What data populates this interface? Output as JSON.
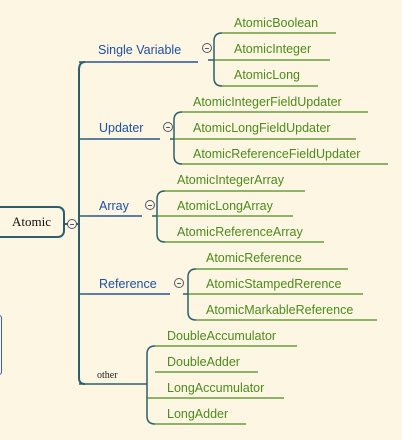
{
  "root": {
    "label": "Atomic"
  },
  "groups": [
    {
      "label": "Single Variable",
      "children": [
        "AtomicBoolean",
        "AtomicInteger",
        "AtomicLong"
      ]
    },
    {
      "label": "Updater",
      "children": [
        "AtomicIntegerFieldUpdater",
        "AtomicLongFieldUpdater",
        "AtomicReferenceFieldUpdater"
      ]
    },
    {
      "label": "Array",
      "children": [
        "AtomicIntegerArray",
        "AtomicLongArray",
        "AtomicReferenceArray"
      ]
    },
    {
      "label": "Reference",
      "children": [
        "AtomicReference",
        "AtomicStampedRerence",
        "AtomicMarkableReference"
      ]
    },
    {
      "label": "other",
      "children": [
        "DoubleAccumulator",
        "DoubleAdder",
        "LongAccumulator",
        "LongAdder"
      ]
    }
  ],
  "colors": {
    "branch": "#2c5f6a",
    "leaf_line": "#4e8a1b",
    "mid_line": "#3e5f9e",
    "leaf_text": "#4e8a1b",
    "mid_text": "#1f4fa1",
    "background": "#fdf6e3"
  }
}
